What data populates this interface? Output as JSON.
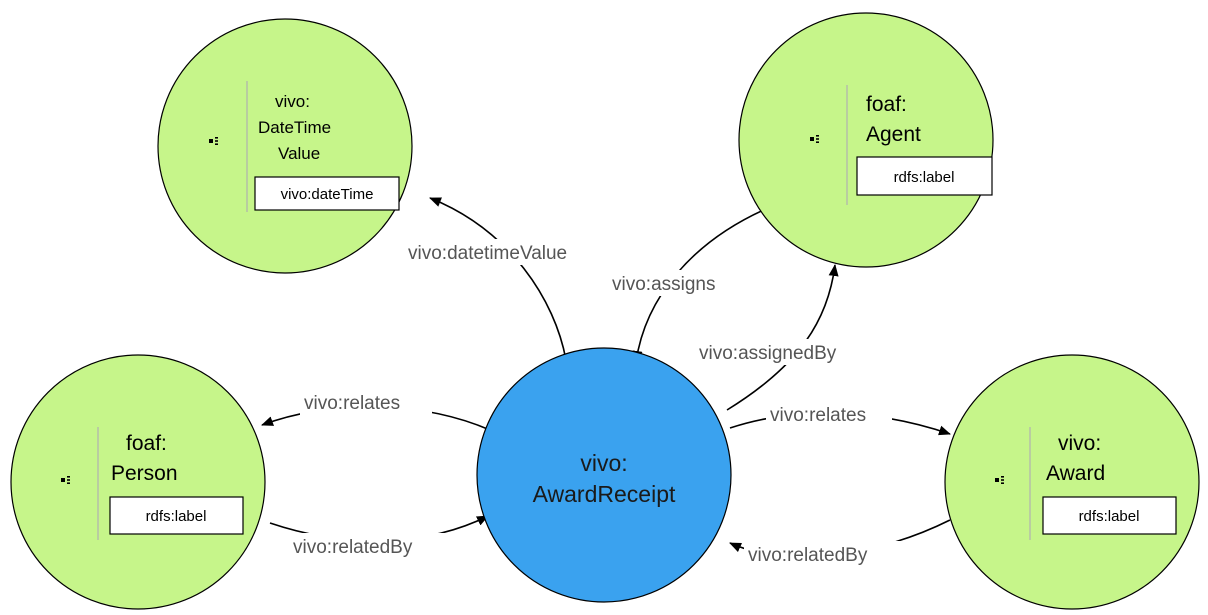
{
  "colors": {
    "class_node_fill": "#c6f58a",
    "center_node_fill": "#3aa2ef",
    "edge_label": "#555555"
  },
  "nodes": {
    "datetime_value": {
      "title_line1": "vivo:",
      "title_line2": "DateTime",
      "title_line3": "Value",
      "property": "vivo:dateTime",
      "icon": "list-icon"
    },
    "agent": {
      "title_line1": "foaf:",
      "title_line2": "Agent",
      "property": "rdfs:label",
      "icon": "list-icon"
    },
    "person": {
      "title_line1": "foaf:",
      "title_line2": "Person",
      "property": "rdfs:label",
      "icon": "list-icon"
    },
    "award": {
      "title_line1": "vivo:",
      "title_line2": "Award",
      "property": "rdfs:label",
      "icon": "list-icon"
    },
    "award_receipt": {
      "title_line1": "vivo:",
      "title_line2": "AwardReceipt"
    }
  },
  "edges": {
    "datetime_value": "vivo:datetimeValue",
    "assigns": "vivo:assigns",
    "assigned_by": "vivo:assignedBy",
    "relates_person": "vivo:relates",
    "related_by_person": "vivo:relatedBy",
    "relates_award": "vivo:relates",
    "related_by_award": "vivo:relatedBy"
  }
}
